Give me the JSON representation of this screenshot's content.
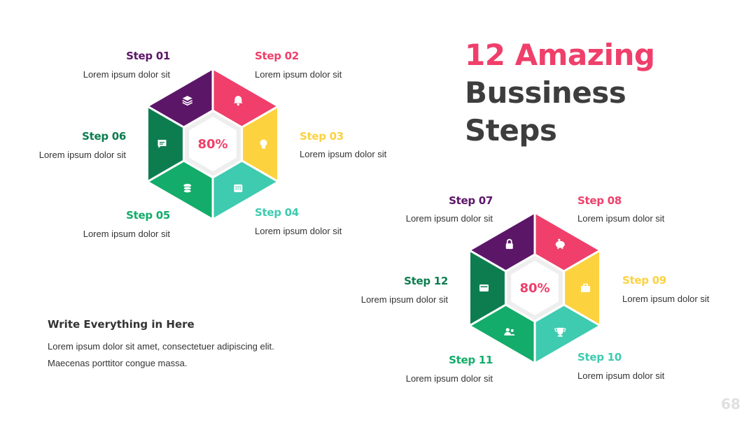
{
  "title": {
    "line1": "12 Amazing",
    "line2": "Bussiness",
    "line3": "Steps"
  },
  "colors": {
    "purple": "#5c1668",
    "pink": "#ef3f6a",
    "yellow": "#fcd23f",
    "teal": "#3ecbb0",
    "green": "#13ac6a",
    "dark_green": "#0d7d50",
    "title_dark": "#3d3d3d"
  },
  "diagram1": {
    "center": "80%",
    "steps": [
      {
        "title": "Step 01",
        "desc": "Lorem ipsum dolor sit",
        "icon": "layers-icon"
      },
      {
        "title": "Step 02",
        "desc": "Lorem ipsum dolor sit",
        "icon": "bell-icon"
      },
      {
        "title": "Step 03",
        "desc": "Lorem ipsum dolor sit",
        "icon": "lightbulb-icon"
      },
      {
        "title": "Step 04",
        "desc": "Lorem ipsum dolor sit",
        "icon": "calendar-icon"
      },
      {
        "title": "Step 05",
        "desc": "Lorem ipsum dolor sit",
        "icon": "coins-icon"
      },
      {
        "title": "Step 06",
        "desc": "Lorem ipsum dolor sit",
        "icon": "chat-icon"
      }
    ]
  },
  "diagram2": {
    "center": "80%",
    "steps": [
      {
        "title": "Step 07",
        "desc": "Lorem ipsum dolor sit",
        "icon": "lock-icon"
      },
      {
        "title": "Step 08",
        "desc": "Lorem ipsum dolor sit",
        "icon": "piggy-bank-icon"
      },
      {
        "title": "Step 09",
        "desc": "Lorem ipsum dolor sit",
        "icon": "briefcase-icon"
      },
      {
        "title": "Step 10",
        "desc": "Lorem ipsum dolor sit",
        "icon": "trophy-icon"
      },
      {
        "title": "Step 11",
        "desc": "Lorem ipsum dolor sit",
        "icon": "users-icon"
      },
      {
        "title": "Step 12",
        "desc": "Lorem ipsum dolor sit",
        "icon": "wallet-icon"
      }
    ]
  },
  "write": {
    "heading": "Write Everything in Here",
    "body": "Lorem ipsum dolor sit amet, consectetuer adipiscing elit. Maecenas porttitor congue massa."
  },
  "page_number": "68"
}
